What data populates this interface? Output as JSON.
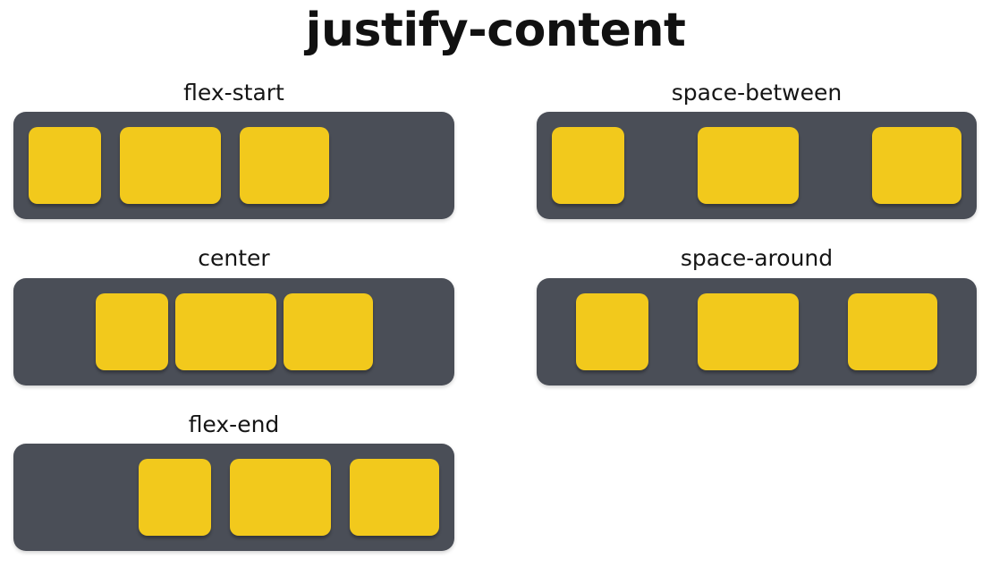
{
  "title": "justify-content",
  "colors": {
    "background": "#ffffff",
    "container": "#4a4e57",
    "item": "#f2c91c",
    "text": "#111111"
  },
  "columns": {
    "left": [
      {
        "label": "flex-start",
        "value": "flex-start",
        "items": [
          {
            "size": "size-a"
          },
          {
            "size": "size-b"
          },
          {
            "size": "size-c"
          }
        ]
      },
      {
        "label": "center",
        "value": "center",
        "items": [
          {
            "size": "size-a"
          },
          {
            "size": "size-b"
          },
          {
            "size": "size-c"
          }
        ]
      },
      {
        "label": "flex-end",
        "value": "flex-end",
        "items": [
          {
            "size": "size-a"
          },
          {
            "size": "size-b"
          },
          {
            "size": "size-c"
          }
        ]
      }
    ],
    "right": [
      {
        "label": "space-between",
        "value": "space-between",
        "items": [
          {
            "size": "size-a"
          },
          {
            "size": "size-b"
          },
          {
            "size": "size-c"
          }
        ]
      },
      {
        "label": "space-around",
        "value": "space-around",
        "items": [
          {
            "size": "size-a"
          },
          {
            "size": "size-b"
          },
          {
            "size": "size-c"
          }
        ]
      }
    ]
  }
}
